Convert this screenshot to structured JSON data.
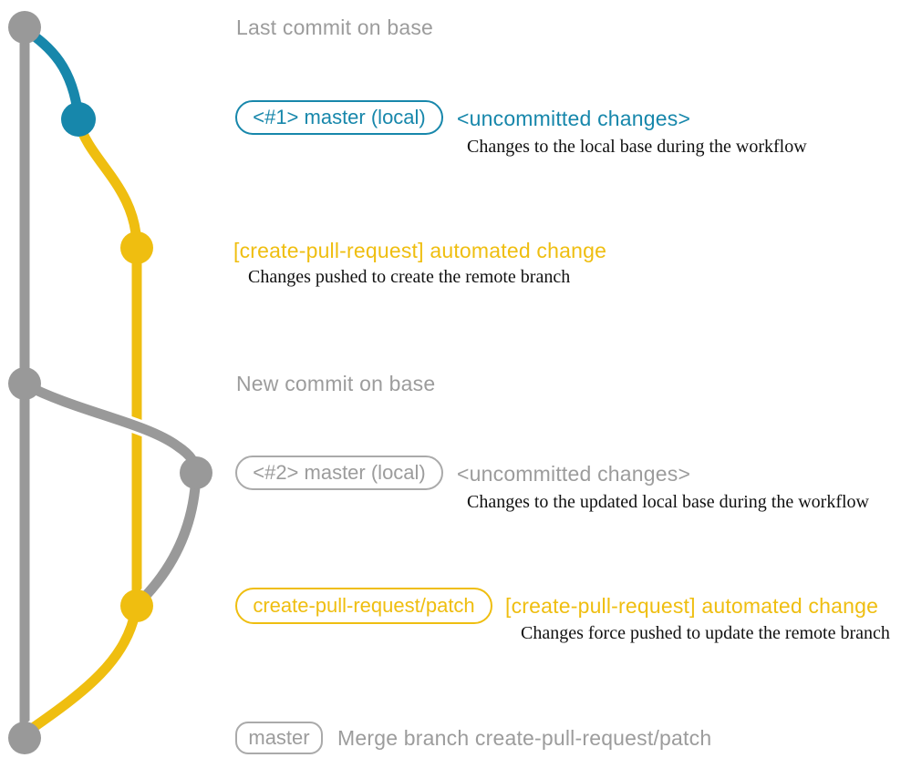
{
  "colors": {
    "gray": "#999999",
    "text_gray": "#9c9c9c",
    "teal": "#1787ab",
    "yellow": "#efbe10",
    "black": "#111111",
    "bg": "#ffffff"
  },
  "sections": {
    "last_commit": {
      "label": "Last commit on base"
    },
    "branch1": {
      "box": "<#1> master (local)",
      "status": "<uncommitted changes>",
      "desc": "Changes to the local base during the workflow"
    },
    "commit1": {
      "label": "[create-pull-request] automated change",
      "desc": "Changes pushed to create the remote branch"
    },
    "new_commit": {
      "label": "New commit on base"
    },
    "branch2": {
      "box": "<#2> master (local)",
      "status": "<uncommitted changes>",
      "desc": "Changes to the updated local base during the workflow"
    },
    "patch": {
      "box": "create-pull-request/patch",
      "label": "[create-pull-request] automated change",
      "desc": "Changes force pushed to update the remote branch"
    },
    "merge": {
      "box": "master",
      "label": "Merge branch create-pull-request/patch"
    }
  }
}
